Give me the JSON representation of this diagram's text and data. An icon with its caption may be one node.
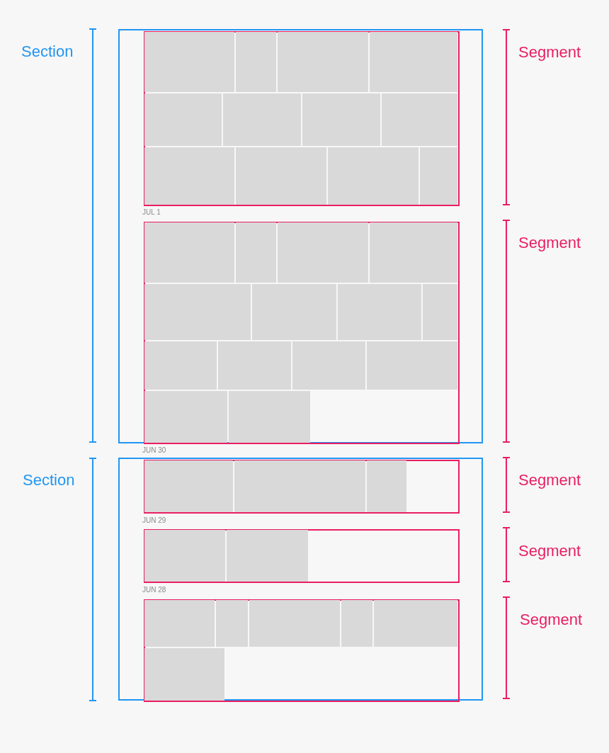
{
  "diagram": {
    "nodes": [
      {
        "text": [],
        "shape": "box"
      },
      {
        "text": [],
        "shape": "box",
        "in": 0
      },
      {
        "text": [],
        "shape": "box",
        "in": 0
      },
      {
        "text": [],
        "shape": "box"
      },
      {
        "text": [],
        "shape": "box",
        "in": 3
      },
      {
        "text": [],
        "shape": "box",
        "in": 3
      },
      {
        "text": [],
        "shape": "box",
        "in": 3
      }
    ],
    "labels": [
      "Section",
      "Segment",
      "Segment",
      "JUL 1",
      "JUN 30",
      "Section",
      "Segment",
      "JUN 29",
      "Segment",
      "JUN 28",
      "Segment"
    ]
  }
}
